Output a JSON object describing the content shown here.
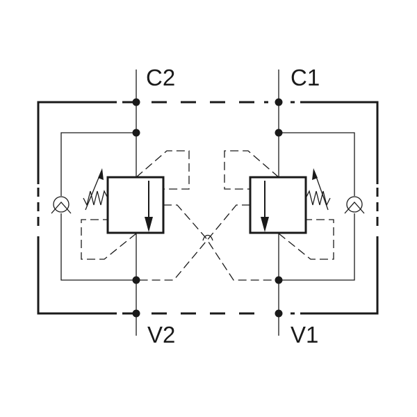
{
  "ports": {
    "c1": "C1",
    "c2": "C2",
    "v1": "V1",
    "v2": "V2"
  },
  "colors": {
    "line": "#1a1a1a",
    "background": "#ffffff"
  }
}
